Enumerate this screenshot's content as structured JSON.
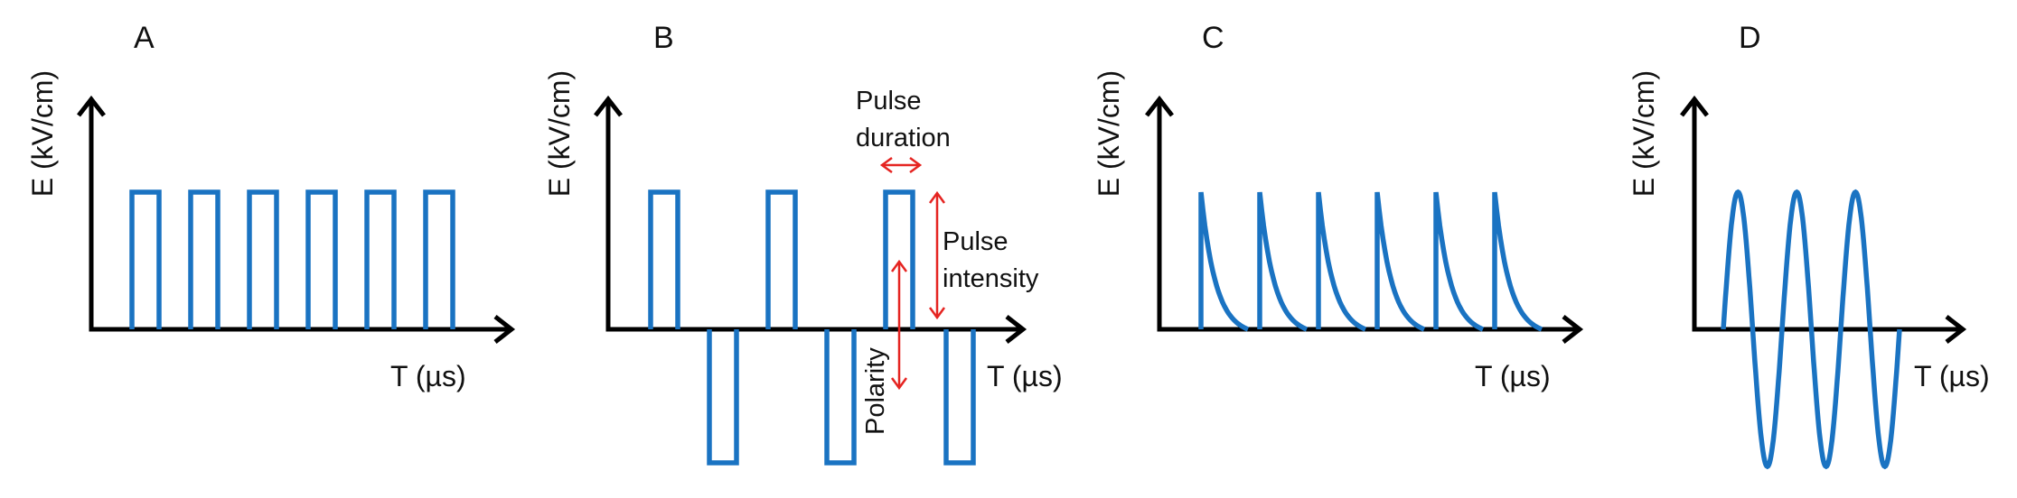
{
  "colors": {
    "wave": "#1a73c2",
    "annotation": "#e52421",
    "axis": "#000000"
  },
  "panels": {
    "a": {
      "letter": "A",
      "ylabel": "E (kV/cm)",
      "xlabel": "T (µs)"
    },
    "b": {
      "letter": "B",
      "ylabel": "E (kV/cm)",
      "xlabel": "T (µs)"
    },
    "c": {
      "letter": "C",
      "ylabel": "E (kV/cm)",
      "xlabel": "T (µs)"
    },
    "d": {
      "letter": "D",
      "ylabel": "E (kV/cm)",
      "xlabel": "T (µs)"
    }
  },
  "annotations": {
    "pulse_duration": [
      "Pulse",
      "duration"
    ],
    "pulse_intensity": [
      "Pulse",
      "intensity"
    ],
    "polarity": "Polarity"
  }
}
